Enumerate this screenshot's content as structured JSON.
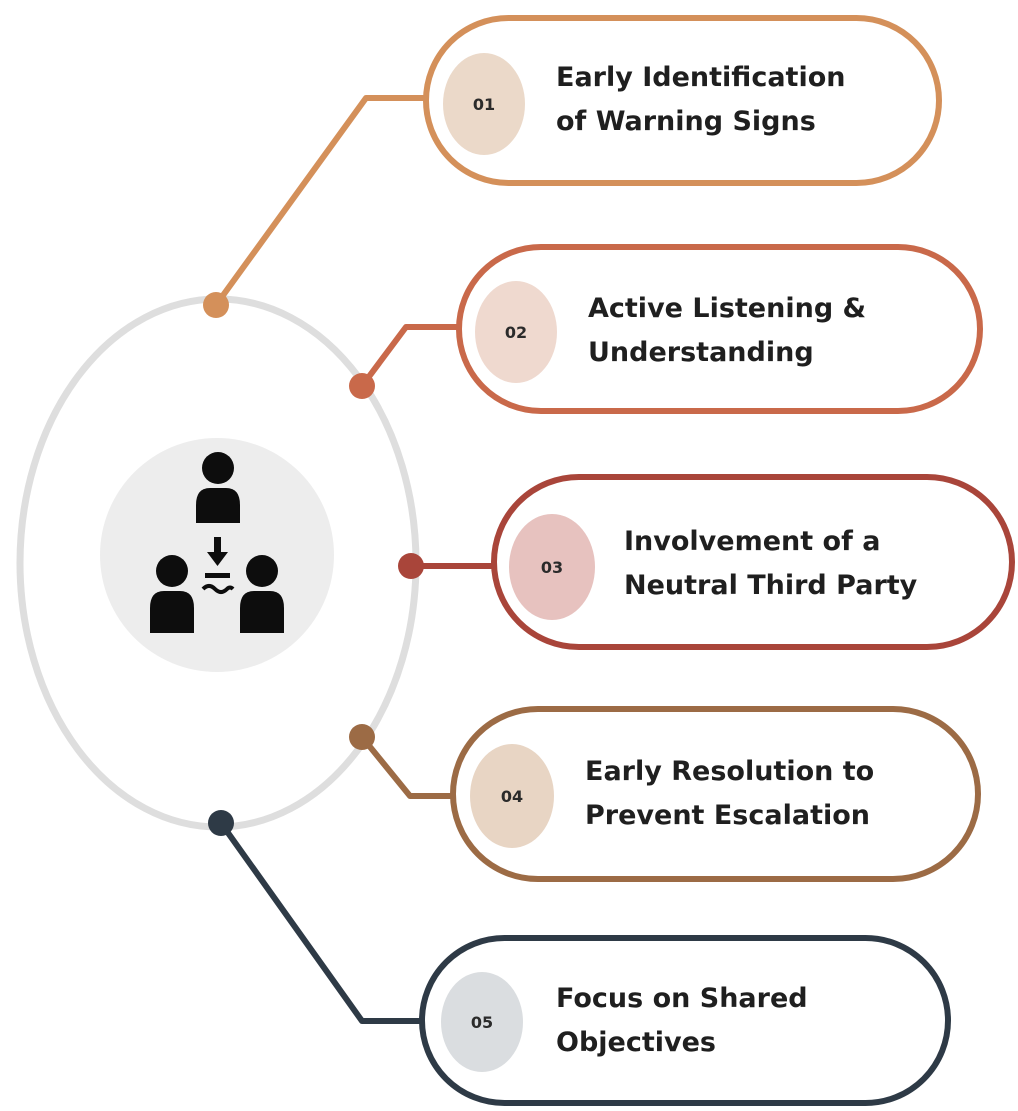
{
  "steps": [
    {
      "number": "01",
      "line1": "Early Identification",
      "line2": "of Warning Signs",
      "color": "#D4905A",
      "fill": "#EBD9C9"
    },
    {
      "number": "02",
      "line1": "Active Listening &",
      "line2": "Understanding",
      "color": "#C9694A",
      "fill": "#EFD9CF"
    },
    {
      "number": "03",
      "line1": "Involvement of a",
      "line2": "Neutral Third Party",
      "color": "#A9453A",
      "fill": "#E7C2BF"
    },
    {
      "number": "04",
      "line1": "Early Resolution to",
      "line2": "Prevent Escalation",
      "color": "#9C6B45",
      "fill": "#E8D5C4"
    },
    {
      "number": "05",
      "line1": "Focus on Shared",
      "line2": "Objectives",
      "color": "#2E3A46",
      "fill": "#DADDE0"
    }
  ],
  "center": {
    "icon": "conflict-mediation-people-icon",
    "ring_color": "#DEDEDE",
    "disc_color": "#EDEDED"
  }
}
